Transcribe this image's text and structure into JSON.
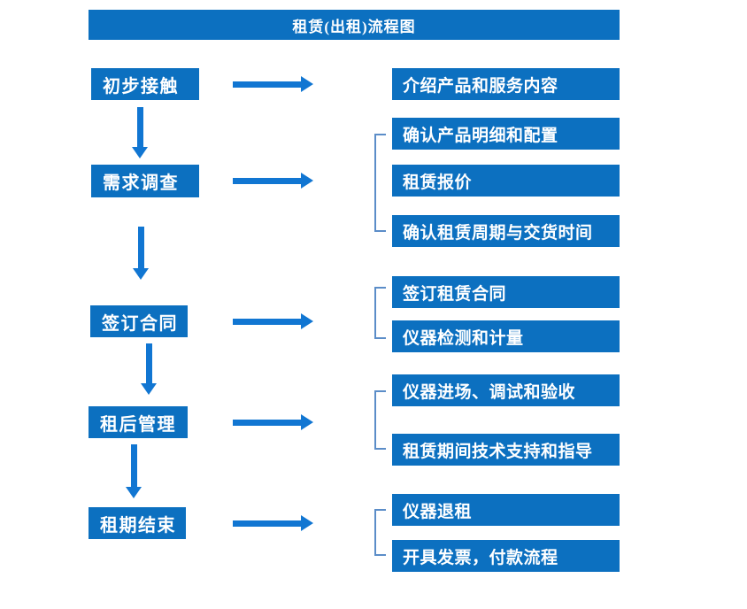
{
  "title": "租赁(出租)流程图",
  "colors": {
    "box_blue": "#0c70c0",
    "arrow_blue": "#1176d2",
    "bracket_blue": "#5b8dc8"
  },
  "stages": [
    {
      "label": "初步接触",
      "details": [
        "介绍产品和服务内容"
      ]
    },
    {
      "label": "需求调查",
      "details": [
        "确认产品明细和配置",
        "租赁报价",
        "确认租赁周期与交货时间"
      ]
    },
    {
      "label": "签订合同",
      "details": [
        "签订租赁合同",
        "仪器检测和计量"
      ]
    },
    {
      "label": "租后管理",
      "details": [
        "仪器进场、调试和验收",
        "租赁期间技术支持和指导"
      ]
    },
    {
      "label": "租期结束",
      "details": [
        "仪器退租",
        "开具发票，付款流程"
      ]
    }
  ]
}
